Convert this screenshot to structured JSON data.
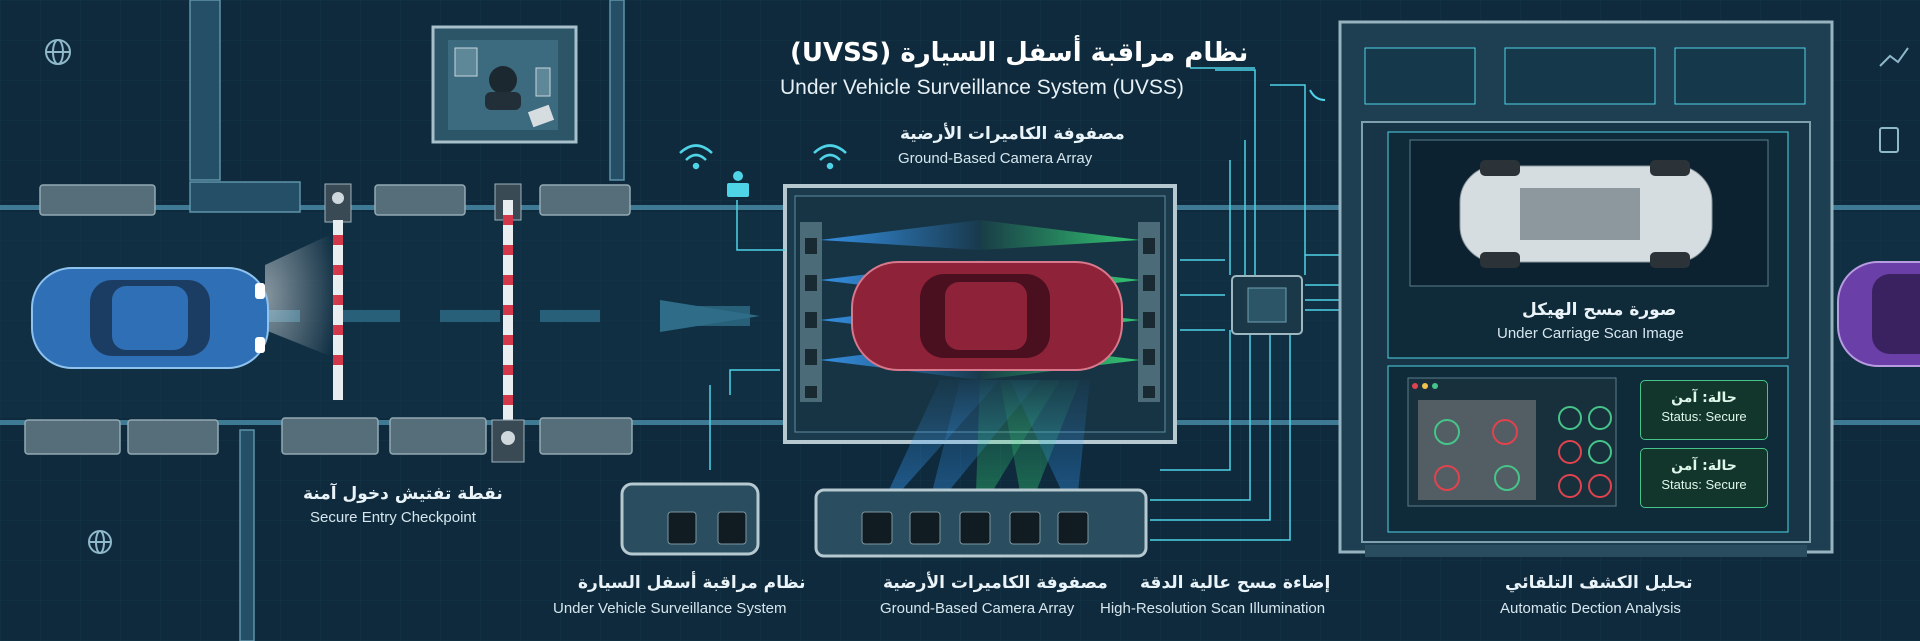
{
  "title": {
    "arabic": "نظام مراقبة أسفل السيارة (UVSS)",
    "english": "Under Vehicle Surveillance System (UVSS)"
  },
  "labels": {
    "camera_array_top": {
      "arabic": "مصفوفة الكاميرات الأرضية",
      "english": "Ground-Based Camera Array"
    },
    "checkpoint": {
      "arabic": "نقطة تفتيش دخول آمنة",
      "english": "Secure Entry Checkpoint"
    },
    "uvss_unit": {
      "arabic": "نظام مراقبة أسفل السيارة",
      "english": "Under Vehicle Surveillance System"
    },
    "camera_array_bottom": {
      "arabic": "مصفوفة الكاميرات الأرضية",
      "english": "Ground-Based Camera Array"
    },
    "illumination": {
      "arabic": "إضاءة مسح عالية الدقة",
      "english": "High-Resolution Scan Illumination"
    },
    "detection": {
      "arabic": "تحليل الكشف التلقائي",
      "english": "Automatic Dection Analysis"
    },
    "scan_image": {
      "arabic": "صورة مسح الهيكل",
      "english": "Under Carriage Scan Image"
    }
  },
  "statuses": [
    {
      "arabic": "حالة: آمن",
      "english": "Status: Secure"
    },
    {
      "arabic": "حالة: آمن",
      "english": "Status: Secure"
    }
  ],
  "colors": {
    "background": "#0e2a3c",
    "road": "#123447",
    "line_cyan": "#4fd3e6",
    "car_blue": "#2f6fb5",
    "car_red": "#8e2238",
    "car_purple": "#6b3fa8",
    "beam_blue": "#3aa0ff",
    "beam_green": "#38e07a",
    "status_green": "#46c48a",
    "alert_red": "#e0434e"
  },
  "icons": [
    "globe-icon",
    "wifi-icon",
    "phone-icon",
    "chart-icon",
    "clipboard-icon",
    "chip-icon",
    "camera-icon",
    "person-icon"
  ]
}
